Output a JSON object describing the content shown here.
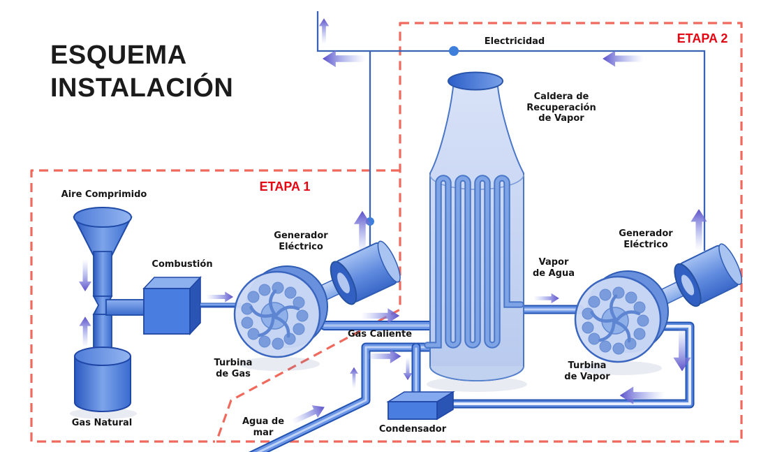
{
  "title": {
    "line1": "ESQUEMA",
    "line2": "INSTALACIÓN"
  },
  "stages": {
    "etapa1": "ETAPA 1",
    "etapa2": "ETAPA 2"
  },
  "labels": {
    "electricidad": "Electricidad",
    "caldera": [
      "Caldera de",
      "Recuperación",
      "de Vapor"
    ],
    "aire_comprimido": "Aire Comprimido",
    "combustion": "Combustión",
    "generador_gas": [
      "Generador",
      "Eléctrico"
    ],
    "generador_vapor": [
      "Generador",
      "Eléctrico"
    ],
    "turbina_gas": [
      "Turbina",
      "de Gas"
    ],
    "turbina_vapor": [
      "Turbina",
      "de Vapor"
    ],
    "gas_natural": "Gas Natural",
    "gas_caliente": "Gas Caliente",
    "vapor_agua": [
      "Vapor",
      "de Agua"
    ],
    "agua_mar": [
      "Agua de",
      "mar"
    ],
    "condensador": "Condensador"
  },
  "colors": {
    "stage_label_red": "#e30613",
    "dashed_border_red": "#f0695d",
    "electric_line_blue": "#3a63b5",
    "pipe_dark_blue": "#2253b2",
    "pipe_mid_blue": "#6d97e6",
    "pipe_highlight": "#bfd3f6",
    "component_blue": "#4a7de0",
    "vessel_light_blue": "#c7d6f3",
    "flow_arrow_purple": "#5a4fc9",
    "label_black": "#151515",
    "background": "#ffffff"
  }
}
